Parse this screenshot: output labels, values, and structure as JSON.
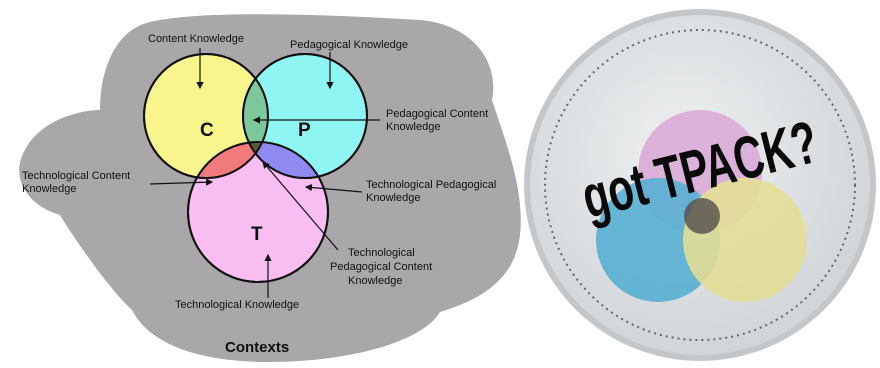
{
  "diagram": {
    "circle_letters": {
      "content": "C",
      "pedagogical": "P",
      "technological": "T"
    },
    "labels": {
      "content_knowledge": "Content Knowledge",
      "pedagogical_knowledge": "Pedagogical Knowledge",
      "pck_line1": "Pedagogical Content",
      "pck_line2": "Knowledge",
      "tck_line1": "Technological Content",
      "tck_line2": "Knowledge",
      "tpk_line1": "Technological Pedagogical",
      "tpk_line2": "Knowledge",
      "tpack_line1": "Technological",
      "tpack_line2": "Pedagogical Content",
      "tpack_line3": "Knowledge",
      "technological_knowledge": "Technological Knowledge"
    },
    "contexts_label": "Contexts",
    "colors": {
      "background_blob": "#a9a7a9",
      "content_circle": "#f7f58c",
      "pedagogical_circle": "#8ff5f2",
      "technological_circle": "#f8bdf1",
      "cp_overlap": "#7dc79a",
      "ct_overlap": "#f07a7c",
      "pt_overlap": "#8f8bf0",
      "center_overlap": "#5a5a38"
    }
  },
  "button": {
    "text": "got TPACK?",
    "colors": {
      "face": "#dfe2e4",
      "rim": "#c4c7ca",
      "blue_circle": "#3fa6cf",
      "pink_circle": "#d9a8d6",
      "yellow_circle": "#e3de8a"
    }
  }
}
